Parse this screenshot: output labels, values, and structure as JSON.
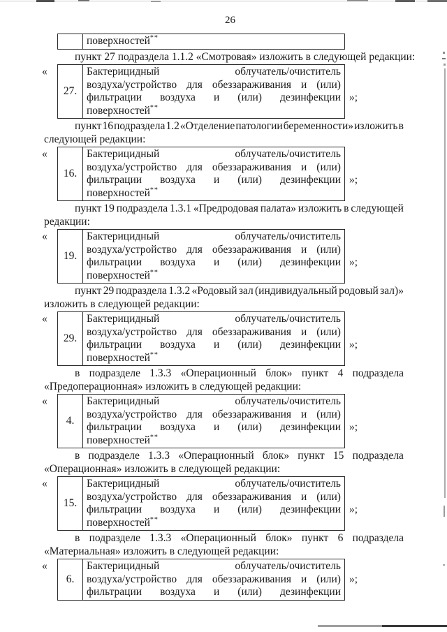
{
  "page": {
    "number": "26",
    "background_color": "#ffffff",
    "text_color": "#1a1a1a",
    "table_border_color": "#2a2a2a"
  },
  "carryover_table": {
    "item_number": "",
    "cell_line": "поверхностей",
    "footnote_marker": "**"
  },
  "blocks": [
    {
      "intro_lines": [
        "пункт 27 подраздела 1.1.2 «Смотровая» изложить в следующей редакции:"
      ],
      "open_quote": "«",
      "item_number": "27.",
      "cell_lines": [
        "Бактерицидный облучатель/очиститель",
        "воздуха/устройство для обеззараживания и (или)",
        "фильтрации воздуха и (или) дезинфекции"
      ],
      "cell_last_word": "поверхностей",
      "footnote_marker": "**",
      "close_quote": "»;"
    },
    {
      "intro_lines": [
        "пункт 16 подраздела 1.2 «Отделение патологии беременности» изложить в",
        "следующей редакции:"
      ],
      "open_quote": "«",
      "item_number": "16.",
      "cell_lines": [
        "Бактерицидный облучатель/очиститель",
        "воздуха/устройство для обеззараживания и (или)",
        "фильтрации воздуха и (или) дезинфекции"
      ],
      "cell_last_word": "поверхностей",
      "footnote_marker": "**",
      "close_quote": "»;"
    },
    {
      "intro_lines": [
        "пункт 19 подраздела 1.3.1 «Предродовая палата» изложить в следующей",
        "редакции:"
      ],
      "open_quote": "«",
      "item_number": "19.",
      "cell_lines": [
        "Бактерицидный облучатель/очиститель",
        "воздуха/устройство для обеззараживания и (или)",
        "фильтрации воздуха и (или) дезинфекции"
      ],
      "cell_last_word": "поверхностей",
      "footnote_marker": "**",
      "close_quote": "»;"
    },
    {
      "intro_lines": [
        "пункт 29 подраздела 1.3.2 «Родовый зал (индивидуальный родовый зал)»",
        "изложить в следующей редакции:"
      ],
      "open_quote": "«",
      "item_number": "29.",
      "cell_lines": [
        "Бактерицидный облучатель/очиститель",
        "воздуха/устройство для обеззараживания и (или)",
        "фильтрации воздуха и (или) дезинфекции"
      ],
      "cell_last_word": "поверхностей",
      "footnote_marker": "**",
      "close_quote": "»;"
    },
    {
      "intro_lines": [
        "в подразделе 1.3.3 «Операционный блок» пункт 4 подраздела",
        "«Предоперационная» изложить в следующей редакции:"
      ],
      "open_quote": "«",
      "item_number": "4.",
      "cell_lines": [
        "Бактерицидный облучатель/очиститель",
        "воздуха/устройство для обеззараживания и (или)",
        "фильтрации воздуха и (или) дезинфекции"
      ],
      "cell_last_word": "поверхностей",
      "footnote_marker": "**",
      "close_quote": "»;"
    },
    {
      "intro_lines": [
        "в подразделе 1.3.3 «Операционный блок» пункт 15 подраздела",
        "«Операционная» изложить в следующей редакции:"
      ],
      "open_quote": "«",
      "item_number": "15.",
      "cell_lines": [
        "Бактерицидный облучатель/очиститель",
        "воздуха/устройство для обеззараживания и (или)",
        "фильтрации воздуха и (или) дезинфекции"
      ],
      "cell_last_word": "поверхностей",
      "footnote_marker": "**",
      "close_quote": "»;"
    },
    {
      "intro_lines": [
        "в подразделе 1.3.3 «Операционный блок» пункт 6 подраздела",
        "«Материальная» изложить в следующей редакции:"
      ],
      "open_quote": "«",
      "item_number": "6.",
      "cell_lines": [
        "Бактерицидный облучатель/очиститель",
        "воздуха/устройство для обеззараживания и (или)",
        "фильтрации воздуха и (или) дезинфекции"
      ],
      "close_quote": "»;"
    }
  ]
}
